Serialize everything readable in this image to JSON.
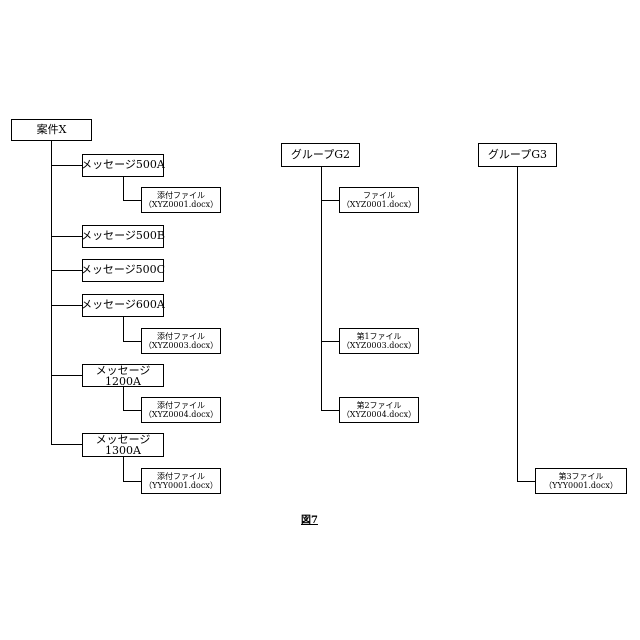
{
  "tree_case": {
    "root": "案件X",
    "msg_500a": "メッセージ500A",
    "att_500a": {
      "name": "添付ファイル",
      "file": "（XYZ0001.docx）"
    },
    "msg_500b": "メッセージ500B",
    "msg_500c": "メッセージ500C",
    "msg_600a": "メッセージ600A",
    "att_600a": {
      "name": "添付ファイル",
      "file": "（XYZ0003.docx）"
    },
    "msg_1200a": {
      "line1": "メッセージ",
      "line2": "1200A"
    },
    "att_1200a": {
      "name": "添付ファイル",
      "file": "（XYZ0004.docx）"
    },
    "msg_1300a": {
      "line1": "メッセージ",
      "line2": "1300A"
    },
    "att_1300a": {
      "name": "添付ファイル",
      "file": "（YYY0001.docx）"
    }
  },
  "tree_g2": {
    "root": "グループG2",
    "file1": {
      "name": "ファイル",
      "file": "（XYZ0001.docx）"
    },
    "file2": {
      "name": "第1ファイル",
      "file": "（XYZ0003.docx）"
    },
    "file3": {
      "name": "第2ファイル",
      "file": "（XYZ0004.docx）"
    }
  },
  "tree_g3": {
    "root": "グループG3",
    "file1": {
      "name": "第3ファイル",
      "file": "（YYY0001.docx）"
    }
  },
  "caption": "図7"
}
